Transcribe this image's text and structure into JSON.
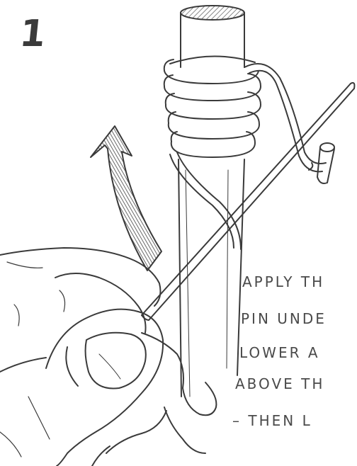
{
  "illustration": {
    "step_number": "1",
    "caption_lines": [
      "APPLY TH",
      "PIN UNDE",
      "LOWER A",
      "ABOVE TH",
      "– THEN L"
    ],
    "ink_color": "#3a3a3a",
    "background_color": "#ffffff"
  }
}
